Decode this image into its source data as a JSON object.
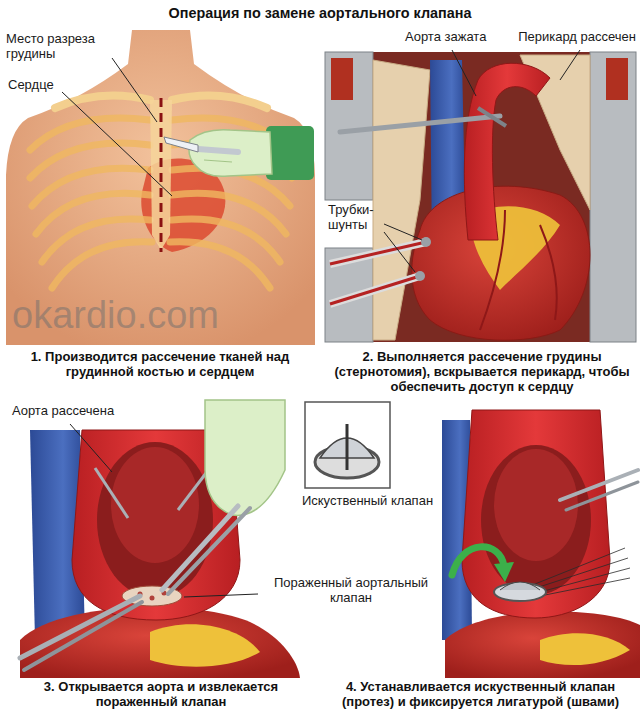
{
  "diagram": {
    "title": "Операция по замене аортального клапана",
    "labels": [
      "Место разреза грудины",
      "Сердце",
      "Аорта зажата",
      "Перикард рассечен",
      "Трубки-шунты",
      "okardio.com",
      "1. Производится рассечение тканей над грудинной костью и сердцем",
      "2. Выполняется рассечение грудины (стернотомия), вскрывается перикард, чтобы обеспечить доступ к сердцу",
      "Аорта рассечена",
      "Искуственный клапан",
      "Пораженный аортальный клапан",
      "3. Открывается аорта и извлекается пораженный клапан",
      "4. Устанавливается искуственный клапан (протез) и фиксируется лигатурой (швами)"
    ]
  }
}
